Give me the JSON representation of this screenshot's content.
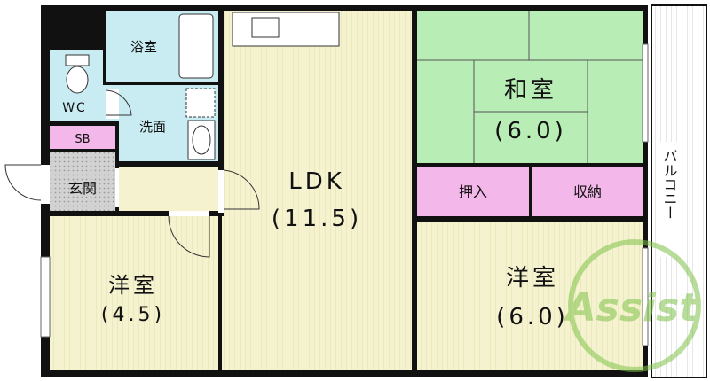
{
  "rooms": {
    "bath": "浴室",
    "wc": "WC",
    "washroom": "洗面",
    "shoe_box": "SB",
    "entrance": "玄関",
    "ldk_name": "LDK",
    "ldk_size": "(11.5)",
    "washitsu_name": "和室",
    "washitsu_size": "(6.0)",
    "oshiire": "押入",
    "storage": "収納",
    "western_left_name": "洋室",
    "western_left_size": "(4.5)",
    "western_right_name": "洋室",
    "western_right_size": "(6.0)",
    "balcony": "バルコニー"
  },
  "colors": {
    "wall": "#111111",
    "wet_area": "#c9ecf3",
    "tatami": "#b8edb5",
    "closet": "#f3b7ea",
    "wood_floor": "#f5f3cf",
    "entrance_tile": "#cfcfcf",
    "watermark": "#7fc24a"
  },
  "watermark": {
    "text": "Assist"
  }
}
